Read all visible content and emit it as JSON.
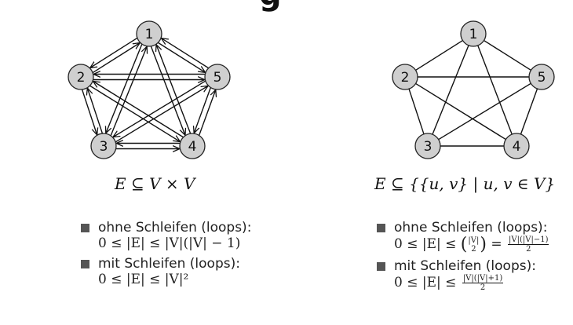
{
  "title_fragment": "g",
  "left": {
    "nodes": [
      "1",
      "2",
      "3",
      "4",
      "5"
    ],
    "formula": "E ⊆ V × V",
    "bullets": [
      {
        "label": "ohne Schleifen (loops):",
        "math": "0 ≤ |E| ≤ |V|(|V| − 1)"
      },
      {
        "label": "mit Schleifen (loops):",
        "math": "0 ≤ |E| ≤ |V|²"
      }
    ]
  },
  "right": {
    "nodes": [
      "1",
      "2",
      "3",
      "4",
      "5"
    ],
    "formula": "E ⊆ {{u, v} | u, v ∈ V}",
    "bullets": [
      {
        "label": "ohne Schleifen (loops):",
        "math_prefix": "0 ≤ |E| ≤",
        "binom_top": "|V|",
        "binom_bottom": "2",
        "eq": "=",
        "frac_num": "|V|(|V|−1)",
        "frac_den": "2"
      },
      {
        "label": "mit Schleifen (loops):",
        "math_prefix": "0 ≤ |E| ≤",
        "frac_num": "|V|(|V|+1)",
        "frac_den": "2"
      }
    ]
  },
  "colors": {
    "node_fill": "#cfcfcf",
    "edge": "#111111",
    "bullet_marker": "#555555"
  }
}
